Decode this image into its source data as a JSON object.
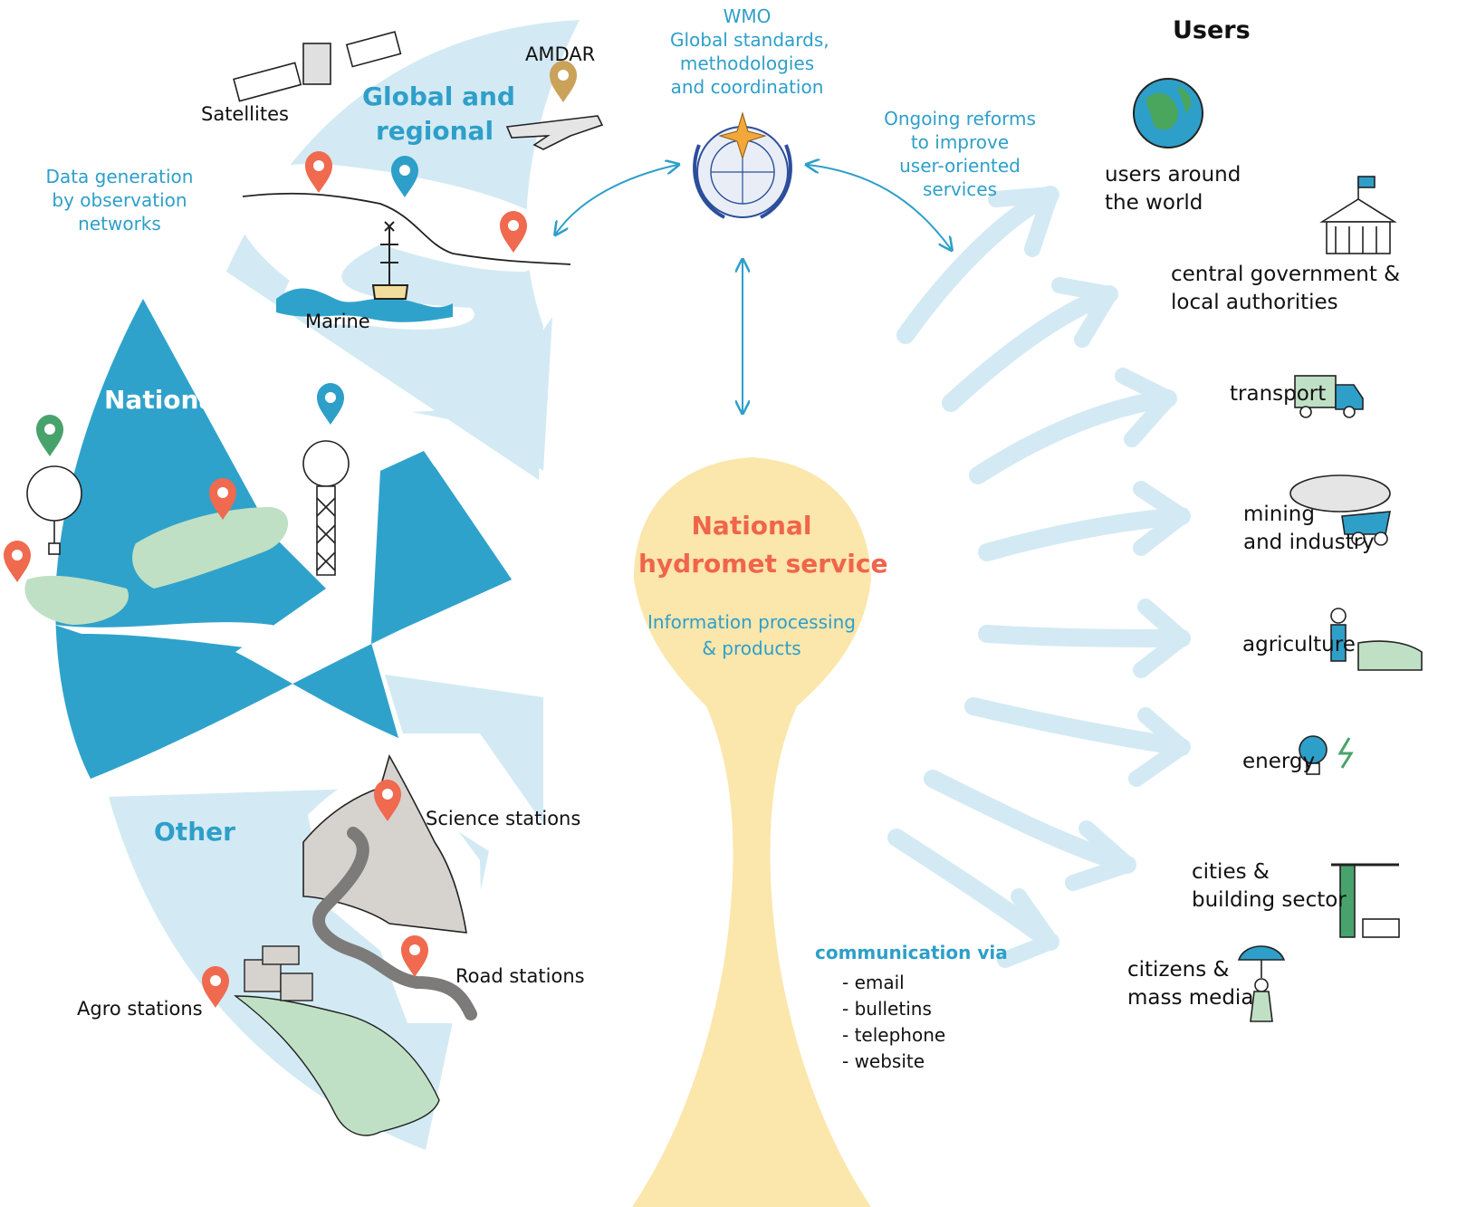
{
  "diagram": {
    "observation": {
      "note_lines": [
        "Data generation",
        "by observation",
        "networks"
      ],
      "global_title_lines": [
        "Global and",
        "regional"
      ],
      "national_title": "National",
      "other_title": "Other",
      "labels": {
        "satellites": "Satellites",
        "amdar": "AMDAR",
        "marine": "Marine",
        "science": "Science stations",
        "road": "Road stations",
        "agro": "Agro stations"
      }
    },
    "wmo": {
      "title_lines": [
        "WMO",
        "Global standards,",
        "methodologies",
        "and coordination"
      ],
      "reform_lines": [
        "Ongoing reforms",
        "to improve",
        "user-oriented",
        "services"
      ]
    },
    "nhs": {
      "title_lines": [
        "National",
        "hydromet service"
      ],
      "subtitle_lines": [
        "Information processing",
        "& products"
      ]
    },
    "communication": {
      "title": "communication via",
      "items": [
        "- email",
        "- bulletins",
        "- telephone",
        "- website"
      ]
    },
    "users": {
      "heading": "Users",
      "groups": [
        {
          "lines": [
            "users around",
            "the world"
          ],
          "icon": "globe-icon"
        },
        {
          "lines": [
            "central government &",
            "local authorities"
          ],
          "icon": "government-building-icon"
        },
        {
          "lines": [
            "transport"
          ],
          "icon": "truck-icon"
        },
        {
          "lines": [
            "mining",
            "and industry"
          ],
          "icon": "mining-truck-icon"
        },
        {
          "lines": [
            "agriculture"
          ],
          "icon": "farmer-icon"
        },
        {
          "lines": [
            "energy"
          ],
          "icon": "light-bulb-icon"
        },
        {
          "lines": [
            "cities &",
            "building sector"
          ],
          "icon": "crane-icon"
        },
        {
          "lines": [
            "citizens &",
            "mass media"
          ],
          "icon": "umbrella-person-icon"
        }
      ]
    },
    "colors": {
      "light_blue": "#d3eaf4",
      "dark_blue": "#2fa2cb",
      "text_blue": "#2e9fc9",
      "pale_yellow": "#fbe6ac",
      "orange": "#f0654a",
      "green_field": "#bfe0c4",
      "pin_orange": "#ef6a4e",
      "pin_blue": "#2e9fc9",
      "pin_green": "#47a36b",
      "pin_gold": "#caa25a"
    }
  }
}
